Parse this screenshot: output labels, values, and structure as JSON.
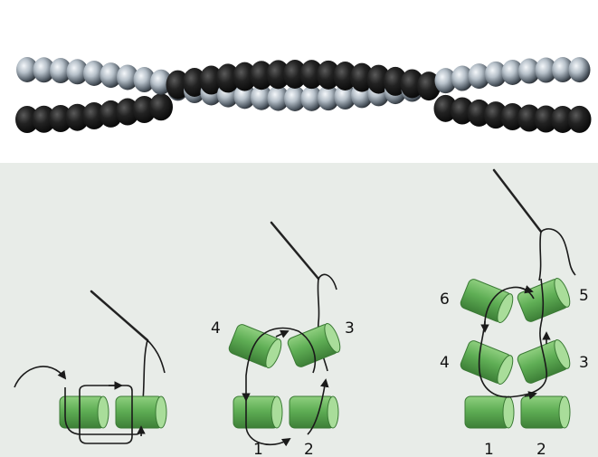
{
  "photo": {
    "description_colors": {
      "black_bead": "#151515",
      "clear_bead": "#b9c2cb",
      "background": "#ffffff"
    }
  },
  "diagram": {
    "colors": {
      "bead": "#5fae55",
      "bead_dark": "#3f8a3a",
      "bead_light": "#9fd690",
      "thread": "#1a1a1a",
      "panel": "#e8ece8"
    },
    "step2_labels": {
      "top_left": "4",
      "top_right": "3",
      "bottom_left": "1",
      "bottom_right": "2"
    },
    "step3_labels": {
      "top_left": "6",
      "top_right": "5",
      "mid_left": "4",
      "mid_right": "3",
      "bottom_left": "1",
      "bottom_right": "2"
    }
  }
}
